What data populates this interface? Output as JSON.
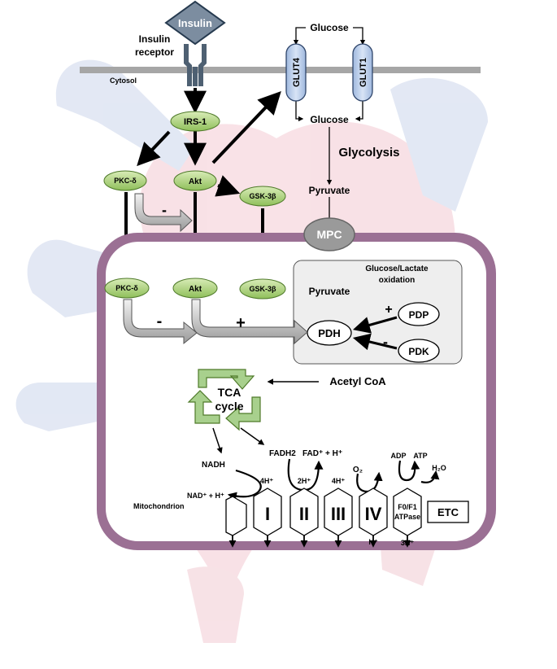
{
  "membrane": {
    "cytosol": "Cytosol",
    "mitochondrion": "Mitochondrion"
  },
  "insulin": {
    "hormone": "Insulin",
    "receptor_line1": "Insulin",
    "receptor_line2": "receptor"
  },
  "signaling": {
    "irs1": "IRS-1",
    "pkc_cyto": "PKC-δ",
    "akt_cyto": "Akt",
    "gsk_cyto": "GSK-3β",
    "pkc_mito": "PKC-δ",
    "akt_mito": "Akt",
    "gsk_mito": "GSK-3β",
    "minus_cyto": "-",
    "minus_mito": "-",
    "plus_mito": "+"
  },
  "glucose": {
    "glucose_top": "Glucose",
    "glut4": "GLUT4",
    "glut1": "GLUT1",
    "glucose_bottom": "Glucose",
    "glycolysis": "Glycolysis",
    "pyruvate_cyto": "Pyruvate",
    "mpc": "MPC"
  },
  "oxidation_box": {
    "title_line1": "Glucose/Lactate",
    "title_line2": "oxidation",
    "pyruvate": "Pyruvate",
    "pdh": "PDH",
    "pdp": "PDP",
    "pdk": "PDK",
    "plus": "+",
    "minus": "-"
  },
  "tca": {
    "acetyl_coa": "Acetyl CoA",
    "line1": "TCA",
    "line2": "cycle",
    "nadh": "NADH",
    "nad": "NAD⁺ + H⁺",
    "fadh2": "FADH2",
    "fad": "FAD⁺ + H⁺"
  },
  "etc": {
    "complexes": [
      "I",
      "II",
      "III",
      "IV"
    ],
    "atpase_line1": "F0/F1",
    "atpase_line2": "ATPase",
    "label": "ETC",
    "h1": "4H⁺",
    "h2": "2H⁺",
    "h3": "4H⁺",
    "h4": "H⁺",
    "h5": "3H⁺",
    "o2": "O₂",
    "h2o": "H₂O",
    "adp": "ADP",
    "atp": "ATP"
  }
}
